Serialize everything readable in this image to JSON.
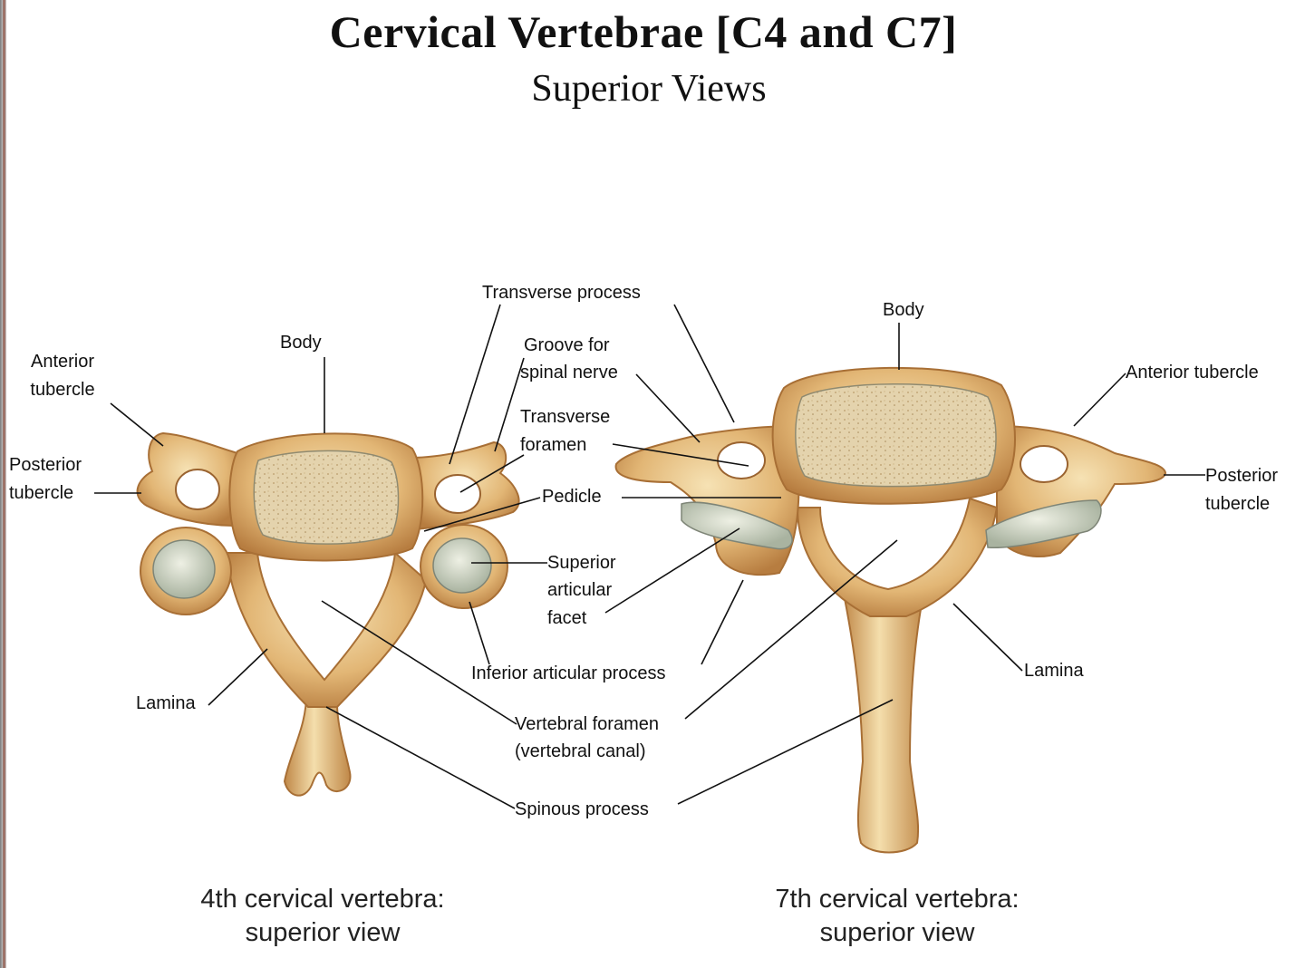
{
  "title": "Cervical Vertebrae [C4 and C7]",
  "subtitle": "Superior Views",
  "labels": {
    "transverse_process": "Transverse process",
    "groove_1": "Groove for",
    "groove_2": "spinal nerve",
    "transverse_foramen_1": "Transverse",
    "transverse_foramen_2": "foramen",
    "pedicle": "Pedicle",
    "superior_articular_1": "Superior",
    "superior_articular_2": "articular",
    "superior_articular_3": "facet",
    "inferior_articular": "Inferior articular process",
    "vertebral_foramen_1": "Vertebral foramen",
    "vertebral_foramen_2": "(vertebral canal)",
    "spinous_process": "Spinous process",
    "c4_body": "Body",
    "c4_anterior_1": "Anterior",
    "c4_anterior_2": "tubercle",
    "c4_posterior_1": "Posterior",
    "c4_posterior_2": "tubercle",
    "c4_lamina": "Lamina",
    "c7_body": "Body",
    "c7_anterior": "Anterior tubercle",
    "c7_posterior_1": "Posterior",
    "c7_posterior_2": "tubercle",
    "c7_lamina": "Lamina"
  },
  "captions": {
    "c4_line1": "4th cervical vertebra:",
    "c4_line2": "superior view",
    "c7_line1": "7th cervical vertebra:",
    "c7_line2": "superior view"
  },
  "colors": {
    "bone_light": "#f3d9a2",
    "bone_mid": "#dcae6c",
    "bone_dark": "#b3793c",
    "cartilage": "#d6dbc8",
    "body_surface": "#e6d8b6",
    "leader": "#111111"
  }
}
